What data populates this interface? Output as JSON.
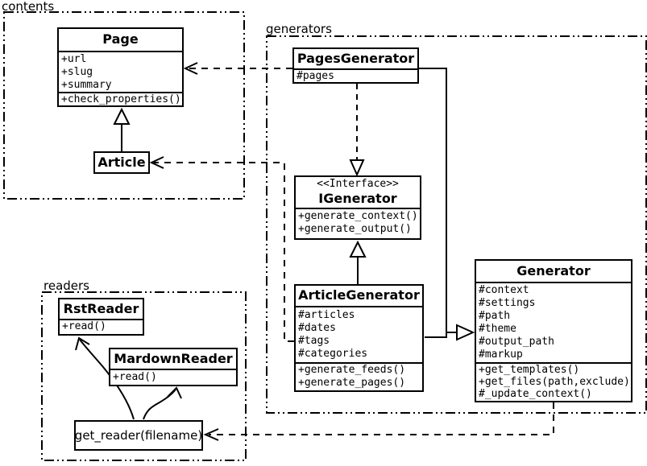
{
  "packages": {
    "contents": {
      "label": "contents"
    },
    "generators": {
      "label": "generators"
    },
    "readers": {
      "label": "readers"
    }
  },
  "classes": {
    "page": {
      "title": "Page",
      "attributes": [
        "+url",
        "+slug",
        "+summary"
      ],
      "methods": [
        "+check_properties()"
      ]
    },
    "article": {
      "title": "Article"
    },
    "pages_generator": {
      "title": "PagesGenerator",
      "attributes": [
        "#pages"
      ]
    },
    "igenerator": {
      "stereotype": "<<Interface>>",
      "title": "IGenerator",
      "methods": [
        "+generate_context()",
        "+generate_output()"
      ]
    },
    "article_generator": {
      "title": "ArticleGenerator",
      "attributes": [
        "#articles",
        "#dates",
        "#tags",
        "#categories"
      ],
      "methods": [
        "+generate_feeds()",
        "+generate_pages()"
      ]
    },
    "generator": {
      "title": "Generator",
      "attributes": [
        "#context",
        "#settings",
        "#path",
        "#theme",
        "#output_path",
        "#markup"
      ],
      "methods": [
        "+get_templates()",
        "+get_files(path,exclude)",
        "#_update_context()"
      ]
    },
    "rst_reader": {
      "title": "RstReader",
      "methods": [
        "+read()"
      ]
    },
    "mardown_reader": {
      "title": "MardownReader",
      "methods": [
        "+read()"
      ]
    },
    "get_reader": {
      "label": "get_reader(filename)"
    }
  },
  "relations": [
    {
      "from": "Article",
      "to": "Page",
      "type": "inheritance"
    },
    {
      "from": "PagesGenerator",
      "to": "Page",
      "type": "dependency"
    },
    {
      "from": "ArticleGenerator",
      "to": "Article",
      "type": "dependency"
    },
    {
      "from": "PagesGenerator",
      "to": "IGenerator",
      "type": "realization"
    },
    {
      "from": "ArticleGenerator",
      "to": "IGenerator",
      "type": "inheritance"
    },
    {
      "from": "PagesGenerator",
      "to": "Generator",
      "type": "inheritance"
    },
    {
      "from": "ArticleGenerator",
      "to": "Generator",
      "type": "inheritance"
    },
    {
      "from": "Generator",
      "to": "get_reader(filename)",
      "type": "dependency"
    },
    {
      "from": "get_reader(filename)",
      "to": "RstReader",
      "type": "call-arrow"
    },
    {
      "from": "get_reader(filename)",
      "to": "MardownReader",
      "type": "call-arrow"
    }
  ],
  "colors": {
    "line": "#000000",
    "background": "#ffffff"
  }
}
